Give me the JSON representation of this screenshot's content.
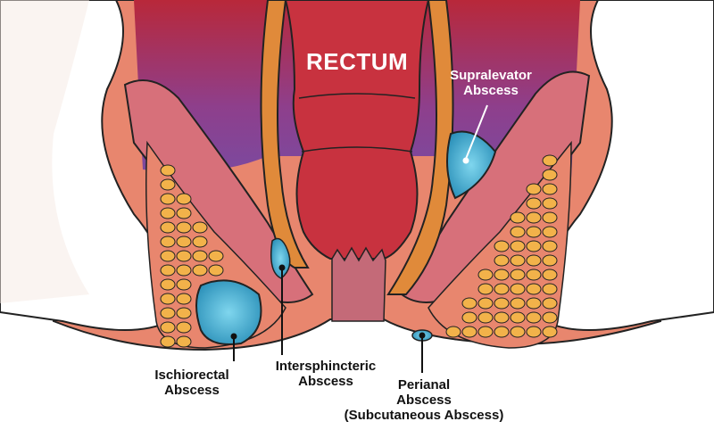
{
  "title": "RECTUM",
  "labels": {
    "supralevator_1": "Supralevator",
    "supralevator_2": "Abscess",
    "ischiorectal_1": "Ischiorectal",
    "ischiorectal_2": "Abscess",
    "intersphincteric_1": "Intersphincteric",
    "intersphincteric_2": "Abscess",
    "perianal_1": "Perianal",
    "perianal_2": "Abscess",
    "perianal_3": "(Subcutaneous Abscess)"
  },
  "colors": {
    "rectum": "#c8323f",
    "muscle": "#d7707a",
    "sphincter": "#e08a3a",
    "fat": "#f2b24a",
    "abscess": "#3bb4d6",
    "pelvic_space": "#8a4a9c",
    "skin": "#e8866e"
  }
}
